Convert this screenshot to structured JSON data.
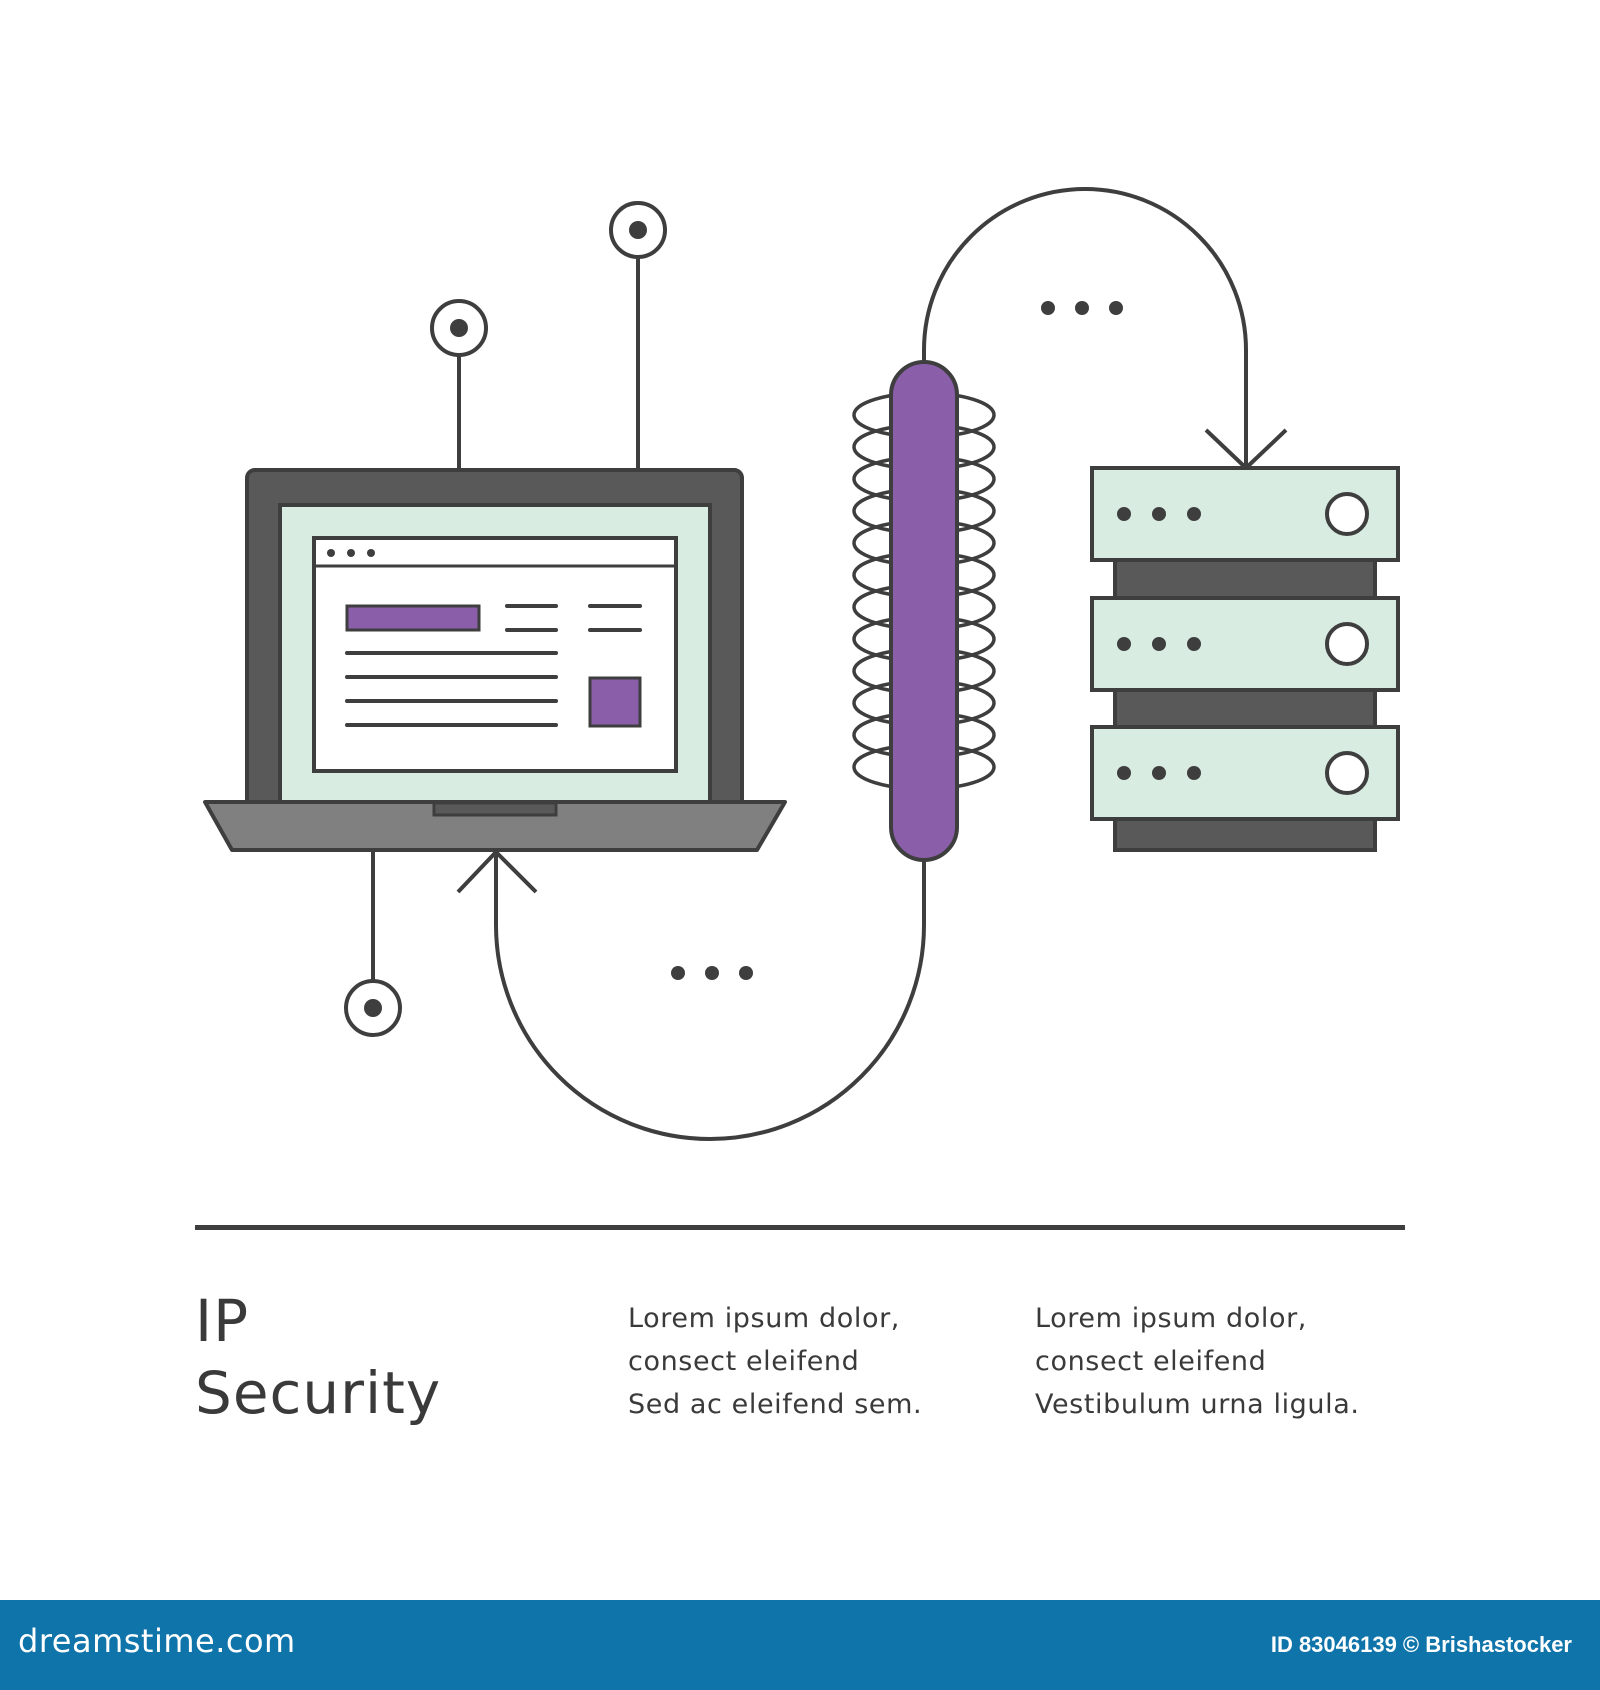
{
  "colors": {
    "outline": "#3e3e3e",
    "mint": "#d9ece1",
    "purple": "#8a5ea9",
    "laptop_base": "#808080",
    "footer_bg": "#0f74a9"
  },
  "heading": {
    "line1": "IP",
    "line2": "Security"
  },
  "column_left": {
    "line1": "Lorem ipsum dolor,",
    "line2": "consect eleifend",
    "line3": "Sed ac eleifend sem."
  },
  "column_right": {
    "line1": "Lorem ipsum dolor,",
    "line2": "consect eleifend",
    "line3": "Vestibulum urna ligula."
  },
  "footer": {
    "site": "dreamstime.com",
    "credit": "ID 83046139 © Brishastocker"
  },
  "icons": [
    "laptop-icon",
    "browser-window-icon",
    "antenna-icon",
    "coil-icon",
    "server-rack-icon",
    "arrow-icon",
    "ellipsis-icon"
  ]
}
